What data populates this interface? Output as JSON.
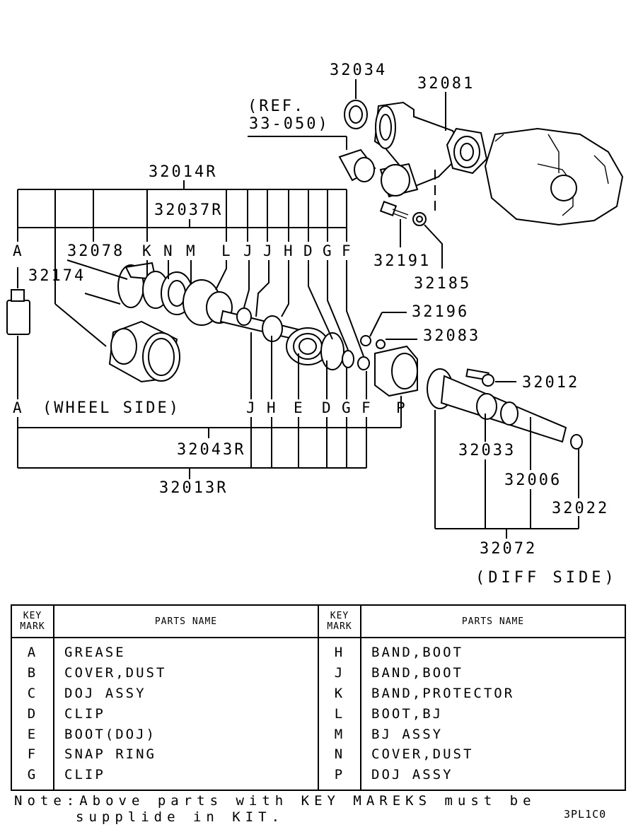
{
  "diagram": {
    "part_numbers": {
      "p32034": "32034",
      "p32081": "32081",
      "ref_line1": "(REF.",
      "ref_line2": "33-050)",
      "p32014R": "32014R",
      "p32037R": "32037R",
      "p32078": "32078",
      "p32174": "32174",
      "p32191": "32191",
      "p32185": "32185",
      "p32196": "32196",
      "p32083": "32083",
      "p32012": "32012",
      "p32033": "32033",
      "p32006": "32006",
      "p32022": "32022",
      "p32072": "32072",
      "p32043R": "32043R",
      "p32013R": "32013R"
    },
    "top_marks": [
      "A",
      "K",
      "N",
      "M",
      "L",
      "J",
      "J",
      "H",
      "D",
      "G",
      "F"
    ],
    "bottom_marks": [
      "A",
      "J",
      "H",
      "E",
      "D",
      "G",
      "F",
      "P"
    ],
    "wheel_side": "(WHEEL SIDE)",
    "diff_side": "(DIFF SIDE)"
  },
  "parts_table": {
    "key_header_line1": "KEY",
    "key_header_line2": "MARK",
    "name_header": "PARTS NAME",
    "rows": [
      {
        "k1": "A",
        "n1": "GREASE",
        "k2": "H",
        "n2": "BAND,BOOT"
      },
      {
        "k1": "B",
        "n1": "COVER,DUST",
        "k2": "J",
        "n2": "BAND,BOOT"
      },
      {
        "k1": "C",
        "n1": "DOJ ASSY",
        "k2": "K",
        "n2": "BAND,PROTECTOR"
      },
      {
        "k1": "D",
        "n1": "CLIP",
        "k2": "L",
        "n2": "BOOT,BJ"
      },
      {
        "k1": "E",
        "n1": "BOOT(DOJ)",
        "k2": "M",
        "n2": "BJ ASSY"
      },
      {
        "k1": "F",
        "n1": "SNAP RING",
        "k2": "N",
        "n2": "COVER,DUST"
      },
      {
        "k1": "G",
        "n1": "CLIP",
        "k2": "P",
        "n2": "DOJ ASSY"
      }
    ]
  },
  "note": {
    "line1": "Note:Above parts with KEY MAREKS must be",
    "line2": "supplide in KIT."
  },
  "diagram_code": "3PL1C0"
}
